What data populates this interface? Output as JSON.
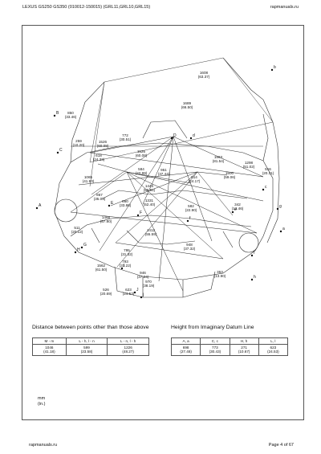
{
  "header": {
    "left": "LEXUS GS250 GS350 (010012-150015) (GRL11,GRL10,GRL15)",
    "right": "rapmanuals.ru"
  },
  "diagram": {
    "dimensions": [
      {
        "mm": "1608",
        "in": "(63.37)"
      },
      {
        "mm": "850",
        "in": "(33.46)"
      },
      {
        "mm": "1689",
        "in": "(66.50)"
      },
      {
        "mm": "259",
        "in": "(10.20)"
      },
      {
        "mm": "1526",
        "in": "(60.08)"
      },
      {
        "mm": "772",
        "in": "(30.51)"
      },
      {
        "mm": "1526",
        "in": "(60.08)"
      },
      {
        "mm": "618",
        "in": "(24.33)"
      },
      {
        "mm": "1963",
        "in": "(81.54)"
      },
      {
        "mm": "1298",
        "in": "(51.02)"
      },
      {
        "mm": "584",
        "in": "(22.99)"
      },
      {
        "mm": "951",
        "in": "(37.44)"
      },
      {
        "mm": "1500",
        "in": "(59.06)"
      },
      {
        "mm": "516",
        "in": "(20.31)"
      },
      {
        "mm": "1065",
        "in": "(41.93)"
      },
      {
        "mm": "614",
        "in": "(24.17)"
      },
      {
        "mm": "1443",
        "in": "(56.81)"
      },
      {
        "mm": "867",
        "in": "(35.05)"
      },
      {
        "mm": "860",
        "in": "(33.86)"
      },
      {
        "mm": "1468",
        "in": "(57.80)"
      },
      {
        "mm": "1331",
        "in": "(52.40)"
      },
      {
        "mm": "582",
        "in": "(22.90)"
      },
      {
        "mm": "342",
        "in": "(13.46)"
      },
      {
        "mm": "511",
        "in": "(20.12)"
      },
      {
        "mm": "1412",
        "in": "(55.59)"
      },
      {
        "mm": "948",
        "in": "(37.32)"
      },
      {
        "mm": "795",
        "in": "(31.32)"
      },
      {
        "mm": "793",
        "in": "(31.22)"
      },
      {
        "mm": "1562",
        "in": "(61.50)"
      },
      {
        "mm": "946",
        "in": "(37.24)"
      },
      {
        "mm": "353",
        "in": "(13.90)"
      },
      {
        "mm": "526",
        "in": "(20.69)"
      },
      {
        "mm": "623",
        "in": "(24.53)"
      },
      {
        "mm": "970",
        "in": "(38.19)"
      }
    ],
    "points": [
      "A",
      "a",
      "B",
      "b",
      "C",
      "c",
      "D",
      "d",
      "E",
      "e",
      "F",
      "f",
      "G",
      "g",
      "H",
      "h",
      "I",
      "i",
      "J",
      "j"
    ],
    "colors": {
      "line": "#222222",
      "background": "#ffffff"
    }
  },
  "table_left": {
    "title": "Distance between points other than those above",
    "headers": [
      "M - m",
      "L - h, l - n",
      "L - n, l - h"
    ],
    "rows": [
      [
        "1046\n(41.18)",
        "599\n(23.58)",
        "1226\n(48.27)"
      ]
    ]
  },
  "table_right": {
    "title": "Height from Imaginary Datum Line",
    "headers": [
      "A, a",
      "C, c",
      "H, h",
      "L, l"
    ],
    "rows": [
      [
        "698\n(27.48)",
        "773\n(30.43)",
        "271\n(10.67)",
        "623\n(24.53)"
      ]
    ]
  },
  "units": {
    "mm": "mm",
    "in": "(in.)"
  },
  "footer": {
    "left": "rapmanuals.ru",
    "right": "Page 4 of 67"
  }
}
